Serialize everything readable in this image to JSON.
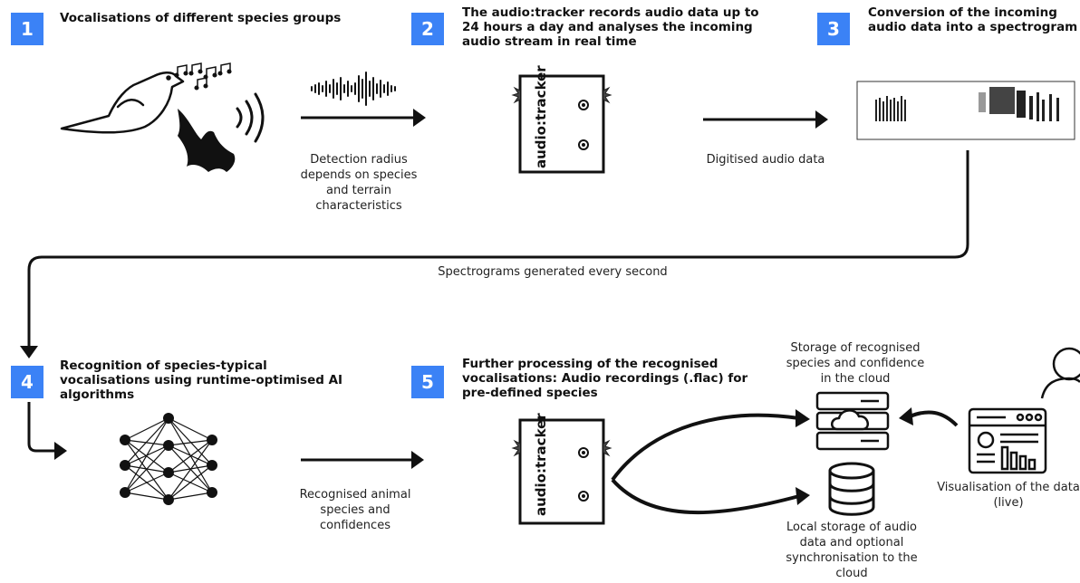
{
  "steps": [
    {
      "number": "1",
      "title": "Vocalisations of different species groups"
    },
    {
      "number": "2",
      "title": "The audio:tracker records audio data up to 24 hours a day and analyses the incoming audio stream in real time"
    },
    {
      "number": "3",
      "title": "Conversion of the incoming audio data into a spectrogram"
    },
    {
      "number": "4",
      "title": "Recognition of species-typical vocalisations using runtime-optimised AI algorithms"
    },
    {
      "number": "5",
      "title": "Further processing of the recognised vocalisations: Audio recordings (.flac) for pre-defined species"
    }
  ],
  "captions": {
    "detection_radius": "Detection radius depends on species and terrain characteristics",
    "digitised": "Digitised audio data",
    "spectrograms": "Spectrograms generated every second",
    "recognised": "Recognised animal species and confidences",
    "cloud_storage": "Storage of recognised species and confidence in the cloud",
    "local_storage": "Local storage of audio data and optional synchronisation to the cloud",
    "visualisation": "Visualisation of the data (live)"
  },
  "device": {
    "label": "audio:tracker"
  },
  "colors": {
    "badge": "#3b82f6",
    "line": "#111111"
  }
}
